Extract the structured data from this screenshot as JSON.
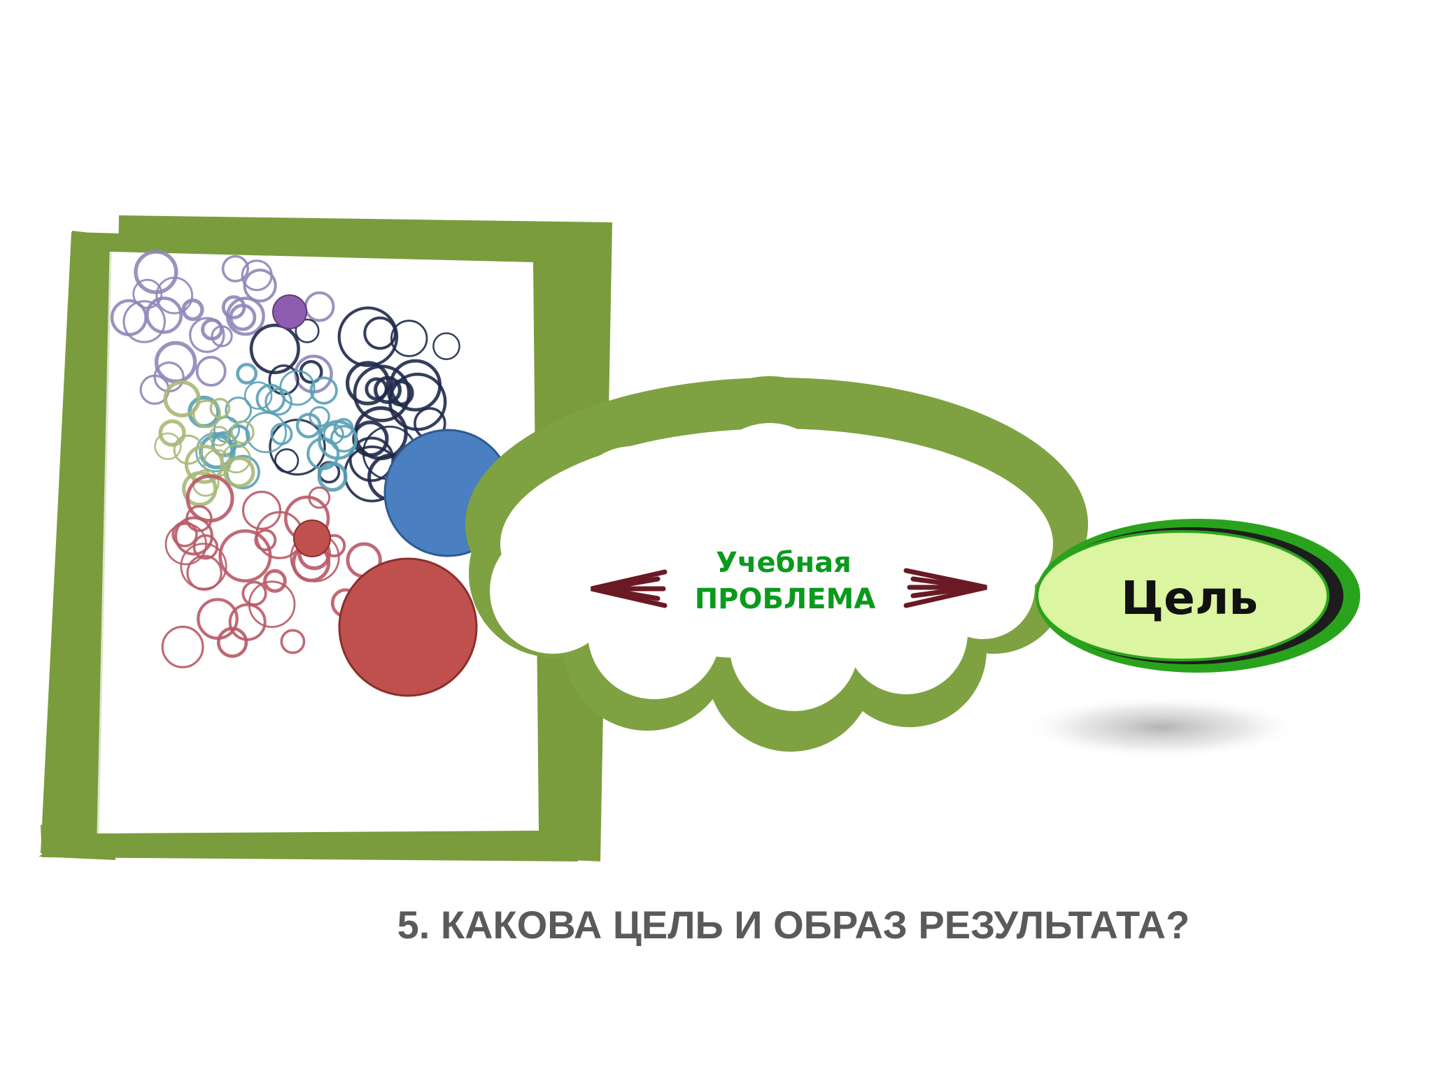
{
  "problem": {
    "line1": "Учебная",
    "line2": "ПРОБЛЕМА"
  },
  "goal": {
    "label": "Цель"
  },
  "title": "5. КАКОВА ЦЕЛЬ И ОБРАЗ РЕЗУЛЬТАТА?",
  "colors": {
    "frame_green": "#7a9c3c",
    "cloud_green": "#7ea241",
    "goal_fill": "#dcf5a0",
    "goal_ring": "#2aa31c",
    "goal_shadow": "#1d1d1d",
    "problem_text": "#0a9a1c",
    "arrow": "#6a1a24",
    "big_blue": "#4a7fc1",
    "big_red": "#c0504d",
    "small_purple": "#8e5cb0",
    "small_red": "#c0504d",
    "title_text": "#5a5a5a"
  }
}
